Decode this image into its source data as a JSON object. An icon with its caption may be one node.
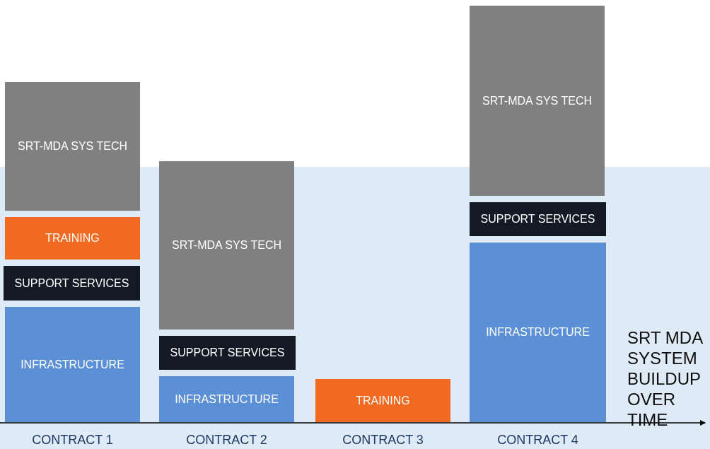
{
  "diagram": {
    "nodes": [
      {
        "text": [
          "SRT-MDA SYS TECH"
        ]
      },
      {
        "text": [
          "TRAINING"
        ]
      },
      {
        "text": [
          "SUPPORT SERVICES"
        ]
      },
      {
        "text": [
          "INFRASTRUCTURE"
        ]
      },
      {
        "text": [
          "SRT-MDA SYS TECH"
        ]
      },
      {
        "text": [
          "SUPPORT SERVICES"
        ]
      },
      {
        "text": [
          "INFRASTRUCTURE"
        ]
      },
      {
        "text": [
          "TRAINING"
        ]
      },
      {
        "text": [
          "SRT-MDA SYS TECH"
        ]
      },
      {
        "text": [
          "SUPPORT SERVICES"
        ]
      },
      {
        "text": [
          "INFRASTRUCTURE"
        ]
      }
    ],
    "edges": [],
    "labels": [
      "CONTRACT 1",
      "CONTRACT 2",
      "CONTRACT 3",
      "CONTRACT 4",
      "SRT MDA SYSTEM BUILDUP OVER TIME"
    ]
  }
}
